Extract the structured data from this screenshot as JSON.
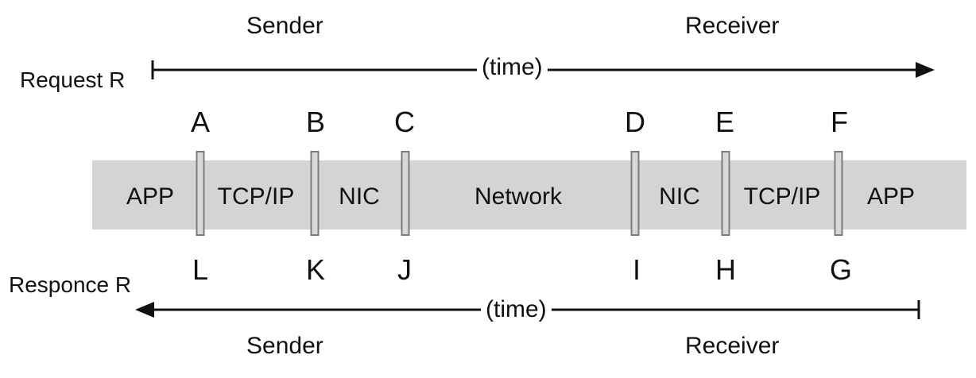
{
  "top": {
    "sender_label": "Sender",
    "receiver_label": "Receiver",
    "row_label": "Request R",
    "time_label": "(time)",
    "points": [
      "A",
      "B",
      "C",
      "D",
      "E",
      "F"
    ]
  },
  "stack": {
    "segments": [
      "APP",
      "TCP/IP",
      "NIC",
      "Network",
      "NIC",
      "TCP/IP",
      "APP"
    ]
  },
  "bottom": {
    "sender_label": "Sender",
    "receiver_label": "Receiver",
    "row_label": "Responce R",
    "time_label": "(time)",
    "points": [
      "L",
      "K",
      "J",
      "I",
      "H",
      "G"
    ]
  }
}
